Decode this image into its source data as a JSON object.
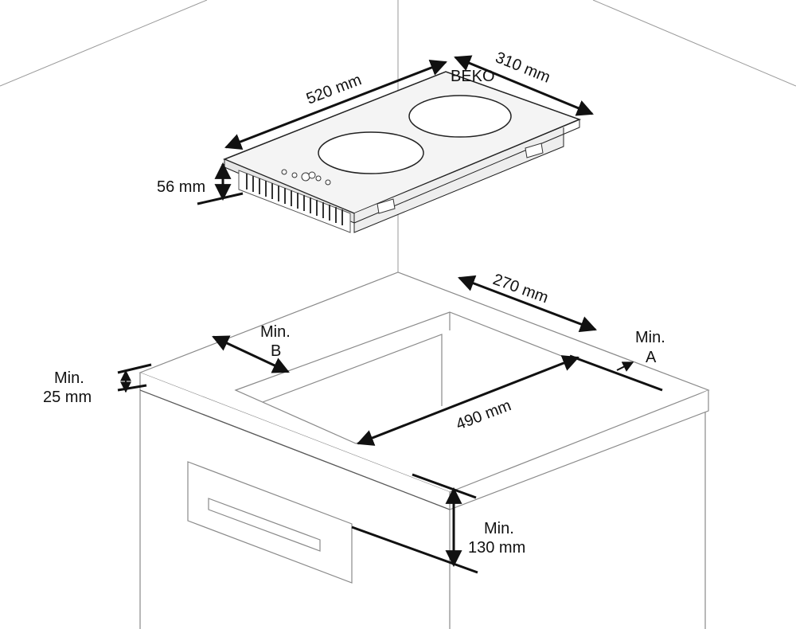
{
  "hob": {
    "dim_width": "520 mm",
    "dim_depth": "310 mm",
    "dim_height": "56 mm",
    "brand_mark": "BEKO"
  },
  "cutout": {
    "dim_depth": "270 mm",
    "dim_width": "490 mm",
    "min_a": {
      "line1": "Min.",
      "line2": "A"
    },
    "min_b": {
      "line1": "Min.",
      "line2": "B"
    },
    "min_worktop": {
      "line1": "Min.",
      "line2": "25 mm"
    },
    "min_drawer": {
      "line1": "Min.",
      "line2": "130 mm"
    }
  },
  "colors": {
    "line": "#1a1a1a",
    "thin_line": "#8a8a8a",
    "hob_glass": "#f4f4f4"
  }
}
